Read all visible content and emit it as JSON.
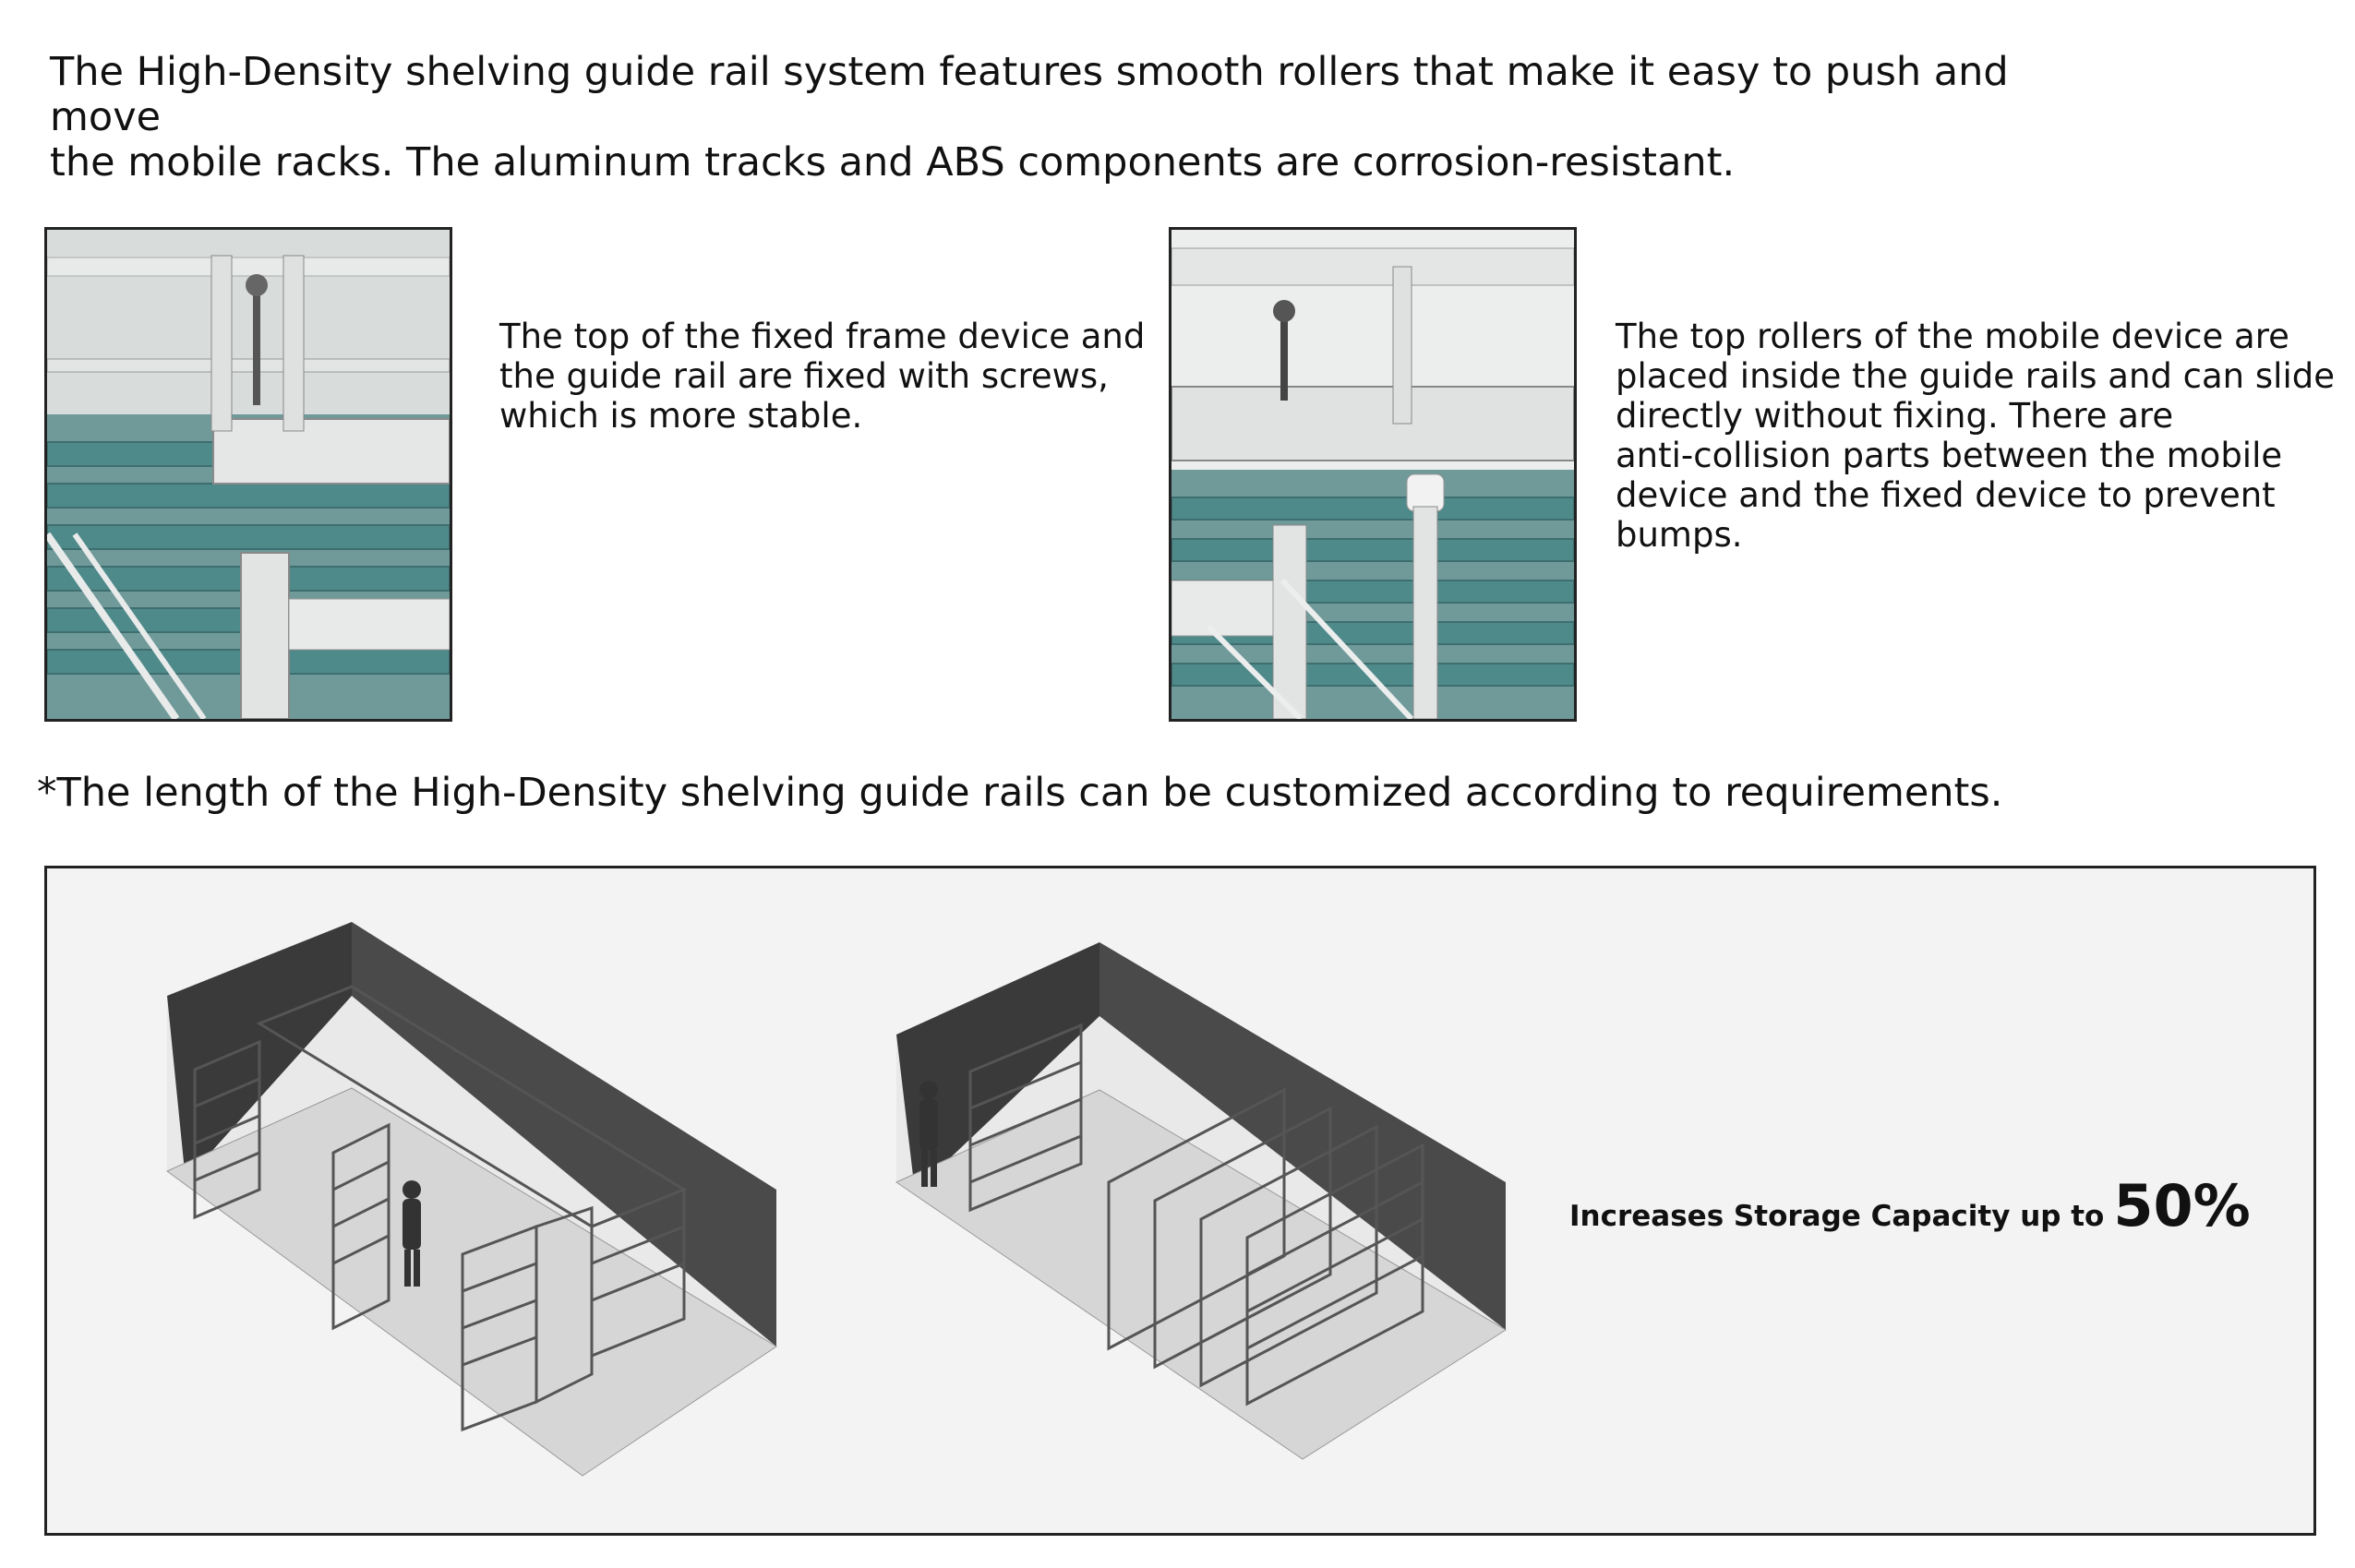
{
  "intro": {
    "line1": "The High-Density shelving guide rail system features smooth rollers that make it easy to push and move",
    "line2": "the mobile racks. The aluminum tracks and ABS components are corrosion-resistant."
  },
  "fixed": {
    "caption": [
      "The top of the fixed frame device and",
      "the guide rail are fixed with screws,",
      "which is more stable."
    ]
  },
  "mobile": {
    "caption": [
      "The top rollers of the mobile device are",
      "placed inside the guide rails and can slide",
      "directly without fixing. There are",
      "anti-collision parts between the mobile",
      "device and the fixed device to prevent",
      "bumps."
    ]
  },
  "note": "*The length of the High-Density shelving guide rails can be customized according to requirements.",
  "stat": {
    "label": "Increases Storage Capacity up to",
    "value": "50%"
  },
  "colors": {
    "shelf_teal": "#4f8a8b",
    "frame_silver": "#d9dcdc",
    "wall_dark": "#3c3c3c"
  }
}
